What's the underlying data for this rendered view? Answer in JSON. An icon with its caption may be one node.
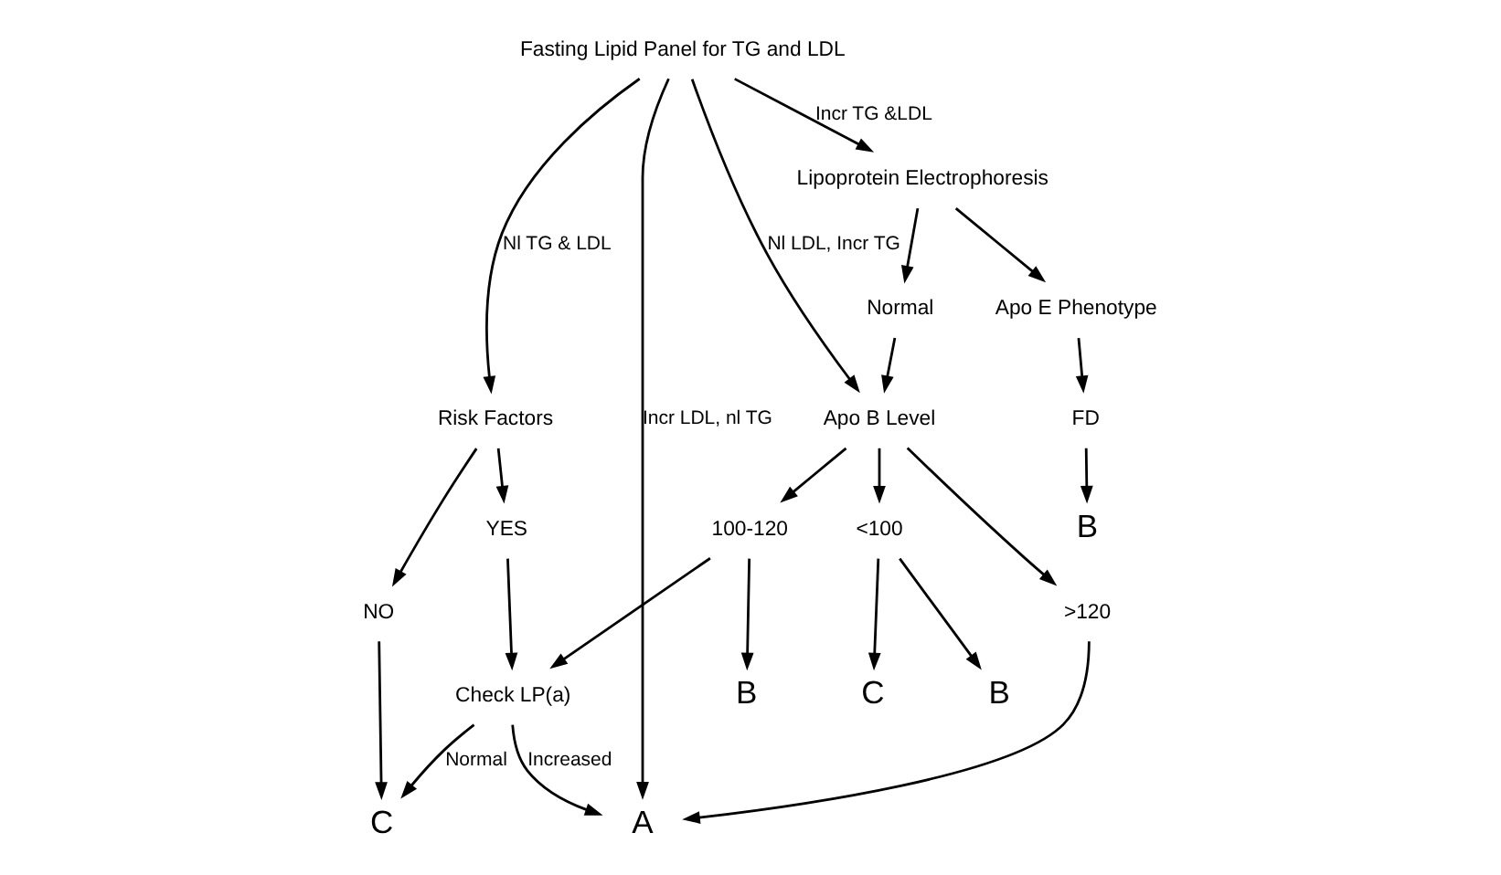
{
  "diagram": {
    "nodes": [
      {
        "text": [
          "Fasting Lipid Panel for TG and LDL"
        ]
      },
      {
        "text": [
          "Risk Factors"
        ]
      },
      {
        "text": [
          "NO"
        ]
      },
      {
        "text": [
          "YES"
        ]
      },
      {
        "text": [
          "C"
        ]
      },
      {
        "text": [
          "A"
        ]
      },
      {
        "text": [
          "Apo B Level"
        ]
      },
      {
        "text": [
          ">120"
        ]
      },
      {
        "text": [
          "<100"
        ]
      },
      {
        "text": [
          "Check LP(a)"
        ]
      },
      {
        "text": [
          "Lipoprotein Electrophoresis"
        ]
      },
      {
        "text": [
          "Normal"
        ]
      },
      {
        "text": [
          "Apo E Phenotype"
        ]
      },
      {
        "text": [
          "100-120"
        ]
      },
      {
        "text": [
          "B"
        ]
      },
      {
        "text": [
          "B"
        ]
      },
      {
        "text": [
          "C"
        ]
      },
      {
        "text": [
          "FD"
        ]
      },
      {
        "text": [
          "B"
        ]
      }
    ],
    "edges": [
      {
        "from": 0,
        "to": 1,
        "arrow": "to",
        "label": "Nl TG & LDL"
      },
      {
        "from": 0,
        "to": 5,
        "arrow": "to",
        "label": "Incr LDL, nl TG"
      },
      {
        "from": 0,
        "to": 6,
        "arrow": "to",
        "label": "Nl LDL, Incr TG"
      },
      {
        "from": 0,
        "to": 10,
        "arrow": "to",
        "label": "Incr TG &LDL"
      },
      {
        "from": 1,
        "to": 2,
        "arrow": "to"
      },
      {
        "from": 1,
        "to": 3,
        "arrow": "to"
      },
      {
        "from": 2,
        "to": 4,
        "arrow": "to"
      },
      {
        "from": 3,
        "to": 9,
        "arrow": "to"
      },
      {
        "from": 9,
        "to": 4,
        "arrow": "to",
        "label": "Normal"
      },
      {
        "from": 9,
        "to": 5,
        "arrow": "to",
        "label": "Increased"
      },
      {
        "from": 6,
        "to": 7,
        "arrow": "to"
      },
      {
        "from": 6,
        "to": 13,
        "arrow": "to"
      },
      {
        "from": 6,
        "to": 8,
        "arrow": "to"
      },
      {
        "from": 7,
        "to": 5,
        "arrow": "to"
      },
      {
        "from": 8,
        "to": 15,
        "arrow": "to"
      },
      {
        "from": 8,
        "to": 16,
        "arrow": "to"
      },
      {
        "from": 10,
        "to": 11,
        "arrow": "to"
      },
      {
        "from": 10,
        "to": 12,
        "arrow": "to"
      },
      {
        "from": 11,
        "to": 6,
        "arrow": "to"
      },
      {
        "from": 13,
        "to": 9,
        "arrow": "to"
      },
      {
        "from": 13,
        "to": 14,
        "arrow": "to"
      },
      {
        "from": 12,
        "to": 17,
        "arrow": "to"
      },
      {
        "from": 17,
        "to": 18,
        "arrow": "to"
      }
    ]
  }
}
